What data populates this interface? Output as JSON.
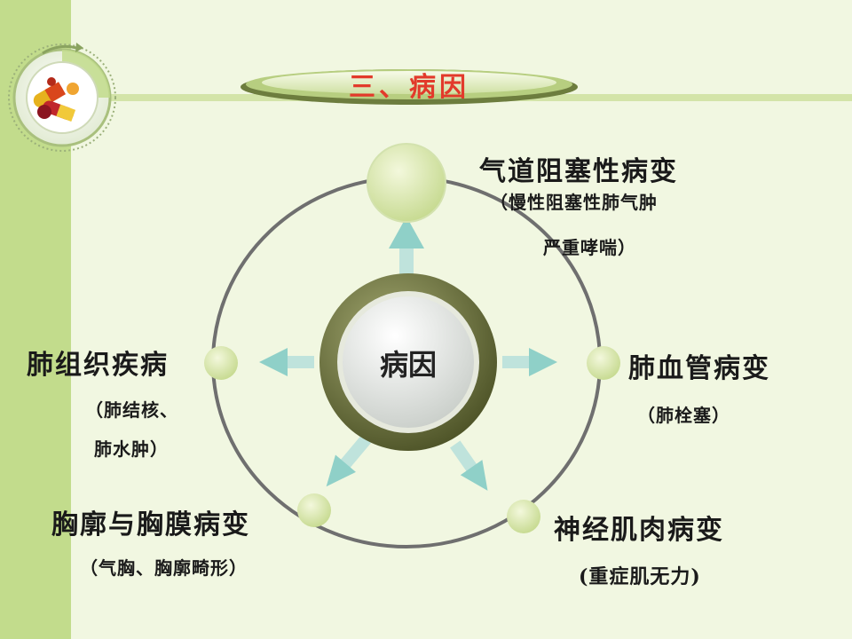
{
  "slide": {
    "title": "三、病因",
    "center": "病因"
  },
  "causes": {
    "airway": {
      "label": "气道阻塞性病变",
      "detail_line1": "（慢性阻塞性肺气肿",
      "detail_line2": "严重哮喘）"
    },
    "vascular": {
      "label": "肺血管病变",
      "detail": "（肺栓塞）"
    },
    "neuromuscular": {
      "label": "神经肌肉病变",
      "detail": "(重症肌无力)"
    },
    "chest_wall": {
      "label": "胸廓与胸膜病变",
      "detail": "（气胸、胸廓畸形）"
    },
    "lung_tissue": {
      "label": "肺组织疾病",
      "detail_line1": "（肺结核、",
      "detail_line2": "肺水肿）"
    }
  },
  "colors": {
    "accent_green": "#c2dc8c",
    "title_red": "#e23a2b",
    "arrow_teal": "#8fd0c8",
    "ring_gray": "#6f6f6f"
  },
  "icons": {
    "logo": "pills-capsules-icon",
    "arrows": "arrow-icon"
  }
}
